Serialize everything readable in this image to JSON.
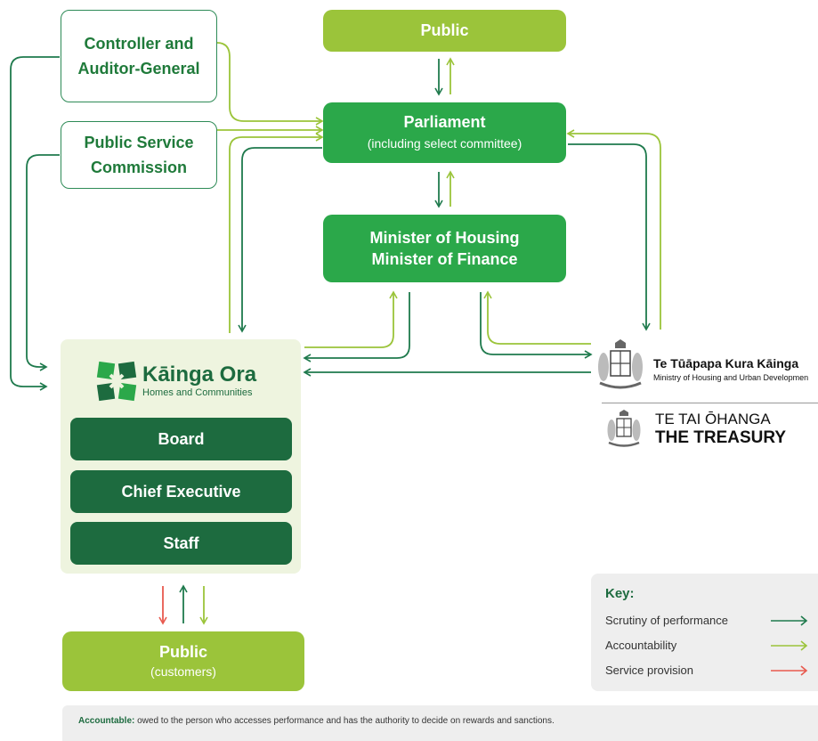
{
  "boxes": {
    "controller": "Controller and Auditor-General",
    "psc": "Public Service Commission",
    "public_top": "Public",
    "parliament_title": "Parliament",
    "parliament_sub": "(including select committee)",
    "ministers_line1": "Minister of Housing",
    "ministers_line2": "Minister of Finance",
    "public_bottom_title": "Public",
    "public_bottom_sub": "(customers)"
  },
  "kainga_ora": {
    "logo_name": "Kāinga Ora",
    "logo_tagline": "Homes and Communities",
    "items": [
      "Board",
      "Chief Executive",
      "Staff"
    ]
  },
  "agencies": {
    "hud_name": "Te Tūāpapa Kura Kāinga",
    "hud_sub": "Ministry of Housing and Urban Developmen",
    "treasury_line1": "TE TAI ŌHANGA",
    "treasury_line2": "THE TREASURY"
  },
  "key": {
    "title": "Key:",
    "items": [
      {
        "label": "Scrutiny of performance",
        "color": "#1f7a4d"
      },
      {
        "label": "Accountability",
        "color": "#9bc43a"
      },
      {
        "label": "Service provision",
        "color": "#e85a4f"
      }
    ]
  },
  "footnote": {
    "term": "Accountable:",
    "text": " owed to the person who accesses performance and has the authority to decide on rewards and sanctions."
  }
}
